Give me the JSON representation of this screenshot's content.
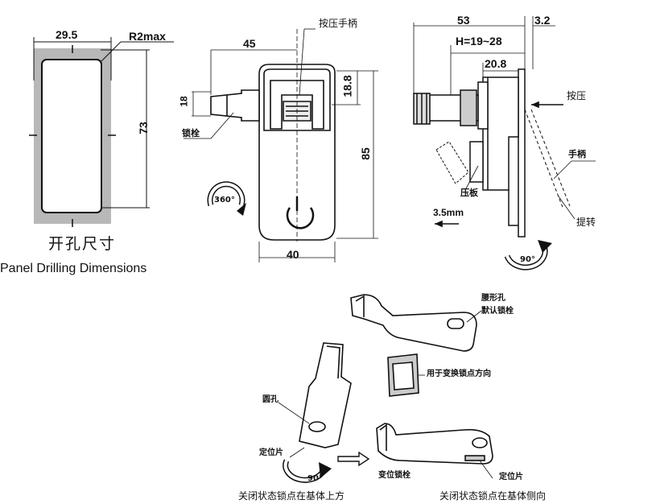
{
  "panel": {
    "dim_width": "29.5",
    "dim_radius": "R2max",
    "dim_height": "73",
    "title_cn": "开孔尺寸",
    "title_en": "Panel Drilling Dimensions"
  },
  "front_view": {
    "dim_45": "45",
    "dim_18_8": "18.8",
    "dim_18": "18",
    "dim_85": "85",
    "dim_40": "40",
    "label_handle": "按压手柄",
    "label_lockbolt": "锁栓",
    "rotate_label": "360°"
  },
  "side_view": {
    "dim_53": "53",
    "dim_3_2": "3.2",
    "dim_h": "H=19~28",
    "dim_20_8": "20.8",
    "label_press": "按压",
    "label_handle": "手柄",
    "label_lift": "提转",
    "label_plate": "压板",
    "dim_3_5": "3.5mm",
    "rotate_label": "90°"
  },
  "bottom": {
    "label_slot": "腰形孔",
    "label_default_bolt": "默认锁栓",
    "label_change_dir": "用于变换锁点方向",
    "label_round_hole": "圆孔",
    "label_position_piece_1": "定位片",
    "label_rotate": "90°",
    "label_change_bolt": "变位锁栓",
    "label_position_piece_2": "定位片",
    "caption_top": "关闭状态锁点在基体上方",
    "caption_side": "关闭状态锁点在基体侧向"
  }
}
